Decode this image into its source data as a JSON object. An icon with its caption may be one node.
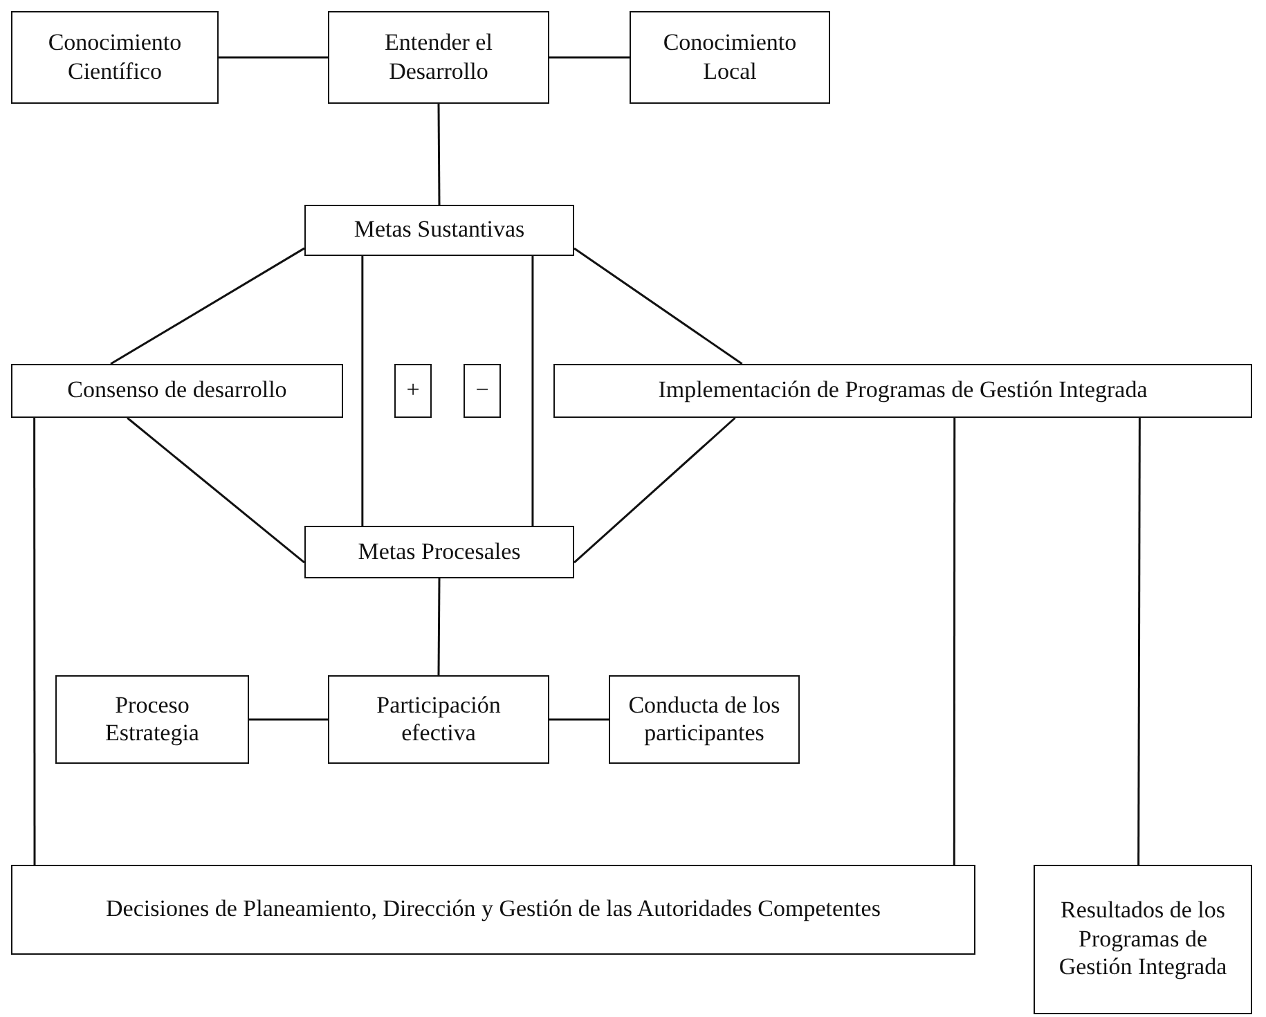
{
  "diagram": {
    "nodes": [
      {
        "text": [
          "Conocimiento Científico"
        ]
      },
      {
        "text": [
          "Entender el Desarrollo"
        ]
      },
      {
        "text": [
          "Conocimiento Local"
        ]
      },
      {
        "text": [
          "Metas Sustantivas"
        ]
      },
      {
        "text": [
          "Consenso de desarrollo"
        ]
      },
      {
        "text": [
          "+"
        ]
      },
      {
        "text": [
          "−"
        ]
      },
      {
        "text": [
          "Implementación de Programas de Gestión Integrada"
        ]
      },
      {
        "text": [
          "Metas Procesales"
        ]
      },
      {
        "text": [
          "Proceso Estrategia"
        ]
      },
      {
        "text": [
          "Participación efectiva"
        ]
      },
      {
        "text": [
          "Conducta de los participantes"
        ]
      },
      {
        "text": [
          "Decisiones de Planeamiento, Dirección y Gestión de las Autoridades Competentes"
        ]
      },
      {
        "text": [
          "Resultados de los Programas de Gestión Integrada"
        ]
      }
    ],
    "edges": [
      {
        "from": 0,
        "to": 1,
        "arrow": "none"
      },
      {
        "from": 1,
        "to": 2,
        "arrow": "none"
      },
      {
        "from": 1,
        "to": 3,
        "arrow": "none"
      },
      {
        "from": 3,
        "to": 4,
        "arrow": "none"
      },
      {
        "from": 3,
        "to": 7,
        "arrow": "none"
      },
      {
        "from": 3,
        "to": 8,
        "arrow": "none"
      },
      {
        "from": 3,
        "to": 8,
        "arrow": "none"
      },
      {
        "from": 4,
        "to": 8,
        "arrow": "none"
      },
      {
        "from": 7,
        "to": 8,
        "arrow": "none"
      },
      {
        "from": 8,
        "to": 10,
        "arrow": "none"
      },
      {
        "from": 9,
        "to": 10,
        "arrow": "none"
      },
      {
        "from": 10,
        "to": 11,
        "arrow": "none"
      },
      {
        "from": 4,
        "to": 12,
        "arrow": "none"
      },
      {
        "from": 7,
        "to": 12,
        "arrow": "none"
      },
      {
        "from": 7,
        "to": 13,
        "arrow": "none"
      }
    ]
  }
}
